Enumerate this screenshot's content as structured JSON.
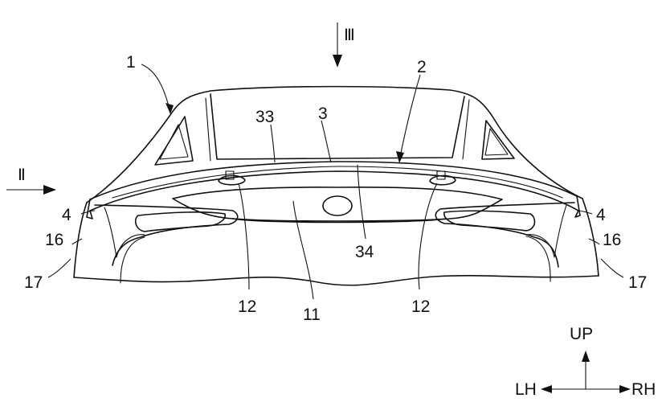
{
  "labels": {
    "view3": "Ⅲ",
    "view2": "Ⅱ",
    "n1": "1",
    "n2": "2",
    "n3": "3",
    "n33": "33",
    "n34": "34",
    "n4_left": "4",
    "n4_right": "4",
    "n16_left": "16",
    "n16_right": "16",
    "n17_left": "17",
    "n17_right": "17",
    "n12_left": "12",
    "n12_right": "12",
    "n11": "11"
  },
  "axes": {
    "up": "UP",
    "left": "LH",
    "right": "RH"
  }
}
